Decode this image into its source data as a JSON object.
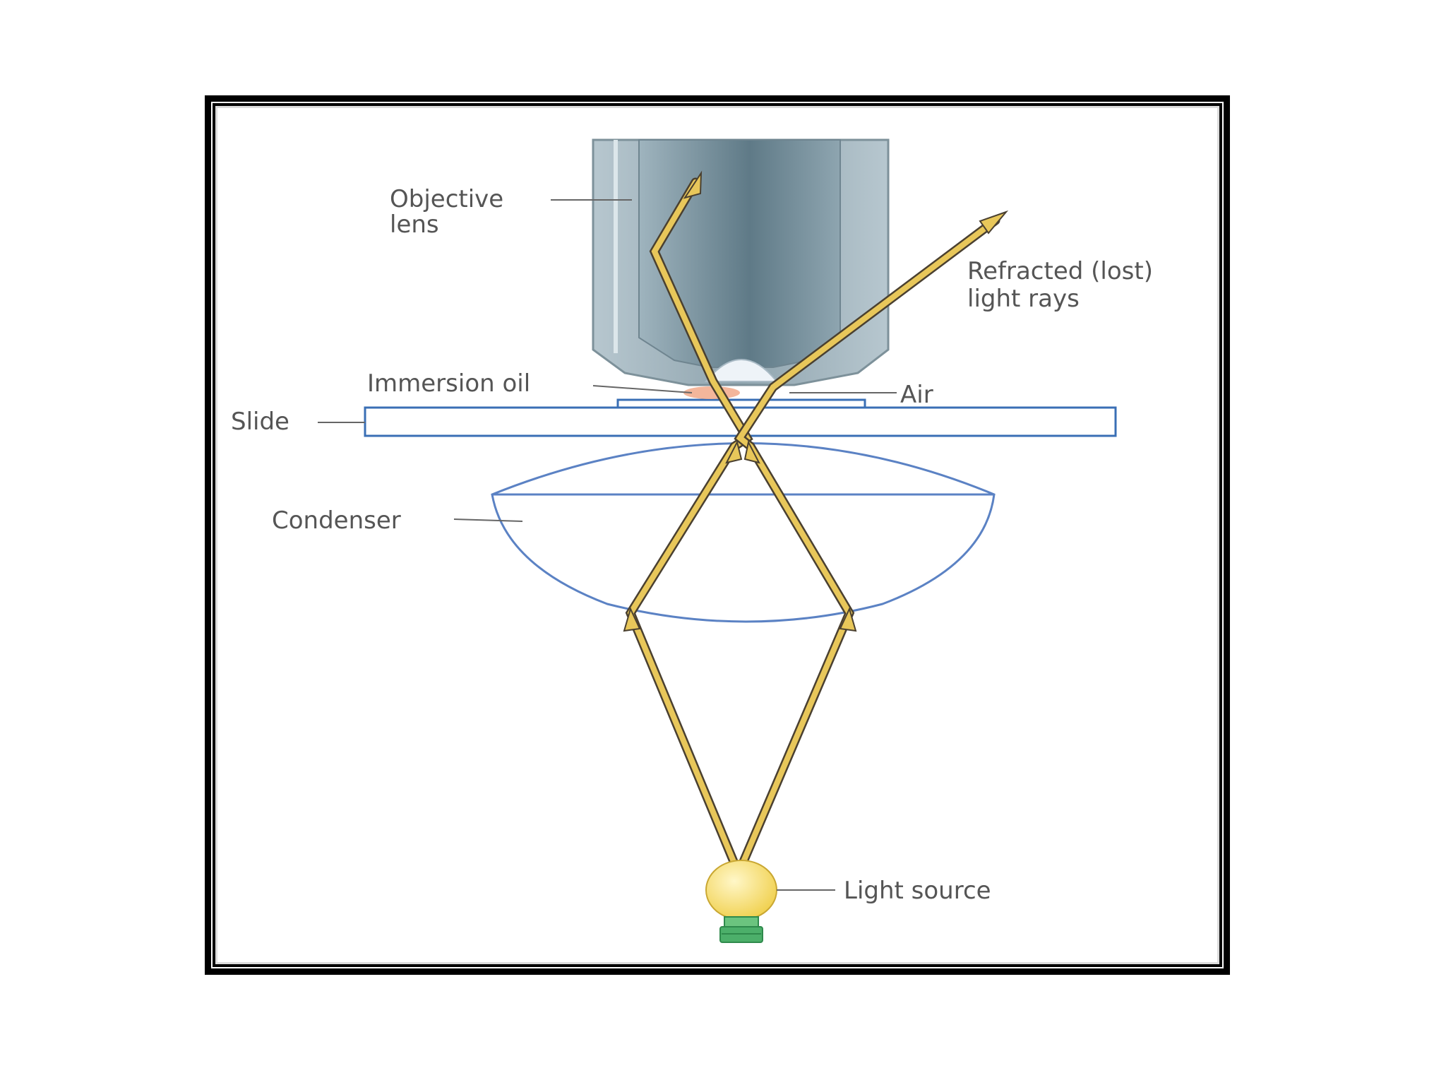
{
  "labels": {
    "objective_line1": "Objective",
    "objective_line2": "lens",
    "refracted_line1": "Refracted (lost)",
    "refracted_line2": "light rays",
    "immersion_oil": "Immersion oil",
    "air": "Air",
    "slide": "Slide",
    "condenser": "Condenser",
    "light_source": "Light source"
  },
  "colors": {
    "frame": "#000000",
    "label_text": "#555555",
    "leader_line": "#666666",
    "objective_outer": "#9fb0b8",
    "objective_inner": "#6f8894",
    "slide_outline": "#3a6fb5",
    "condenser_outline": "#5b82c4",
    "light_ray": "#e8c75a",
    "light_ray_edge": "#4a4030",
    "bulb": "#f7dd6a",
    "bulb_base": "#4caf6a",
    "immersion_oil": "#f2a98a"
  },
  "icons": {
    "light_source": "light-bulb-icon"
  }
}
